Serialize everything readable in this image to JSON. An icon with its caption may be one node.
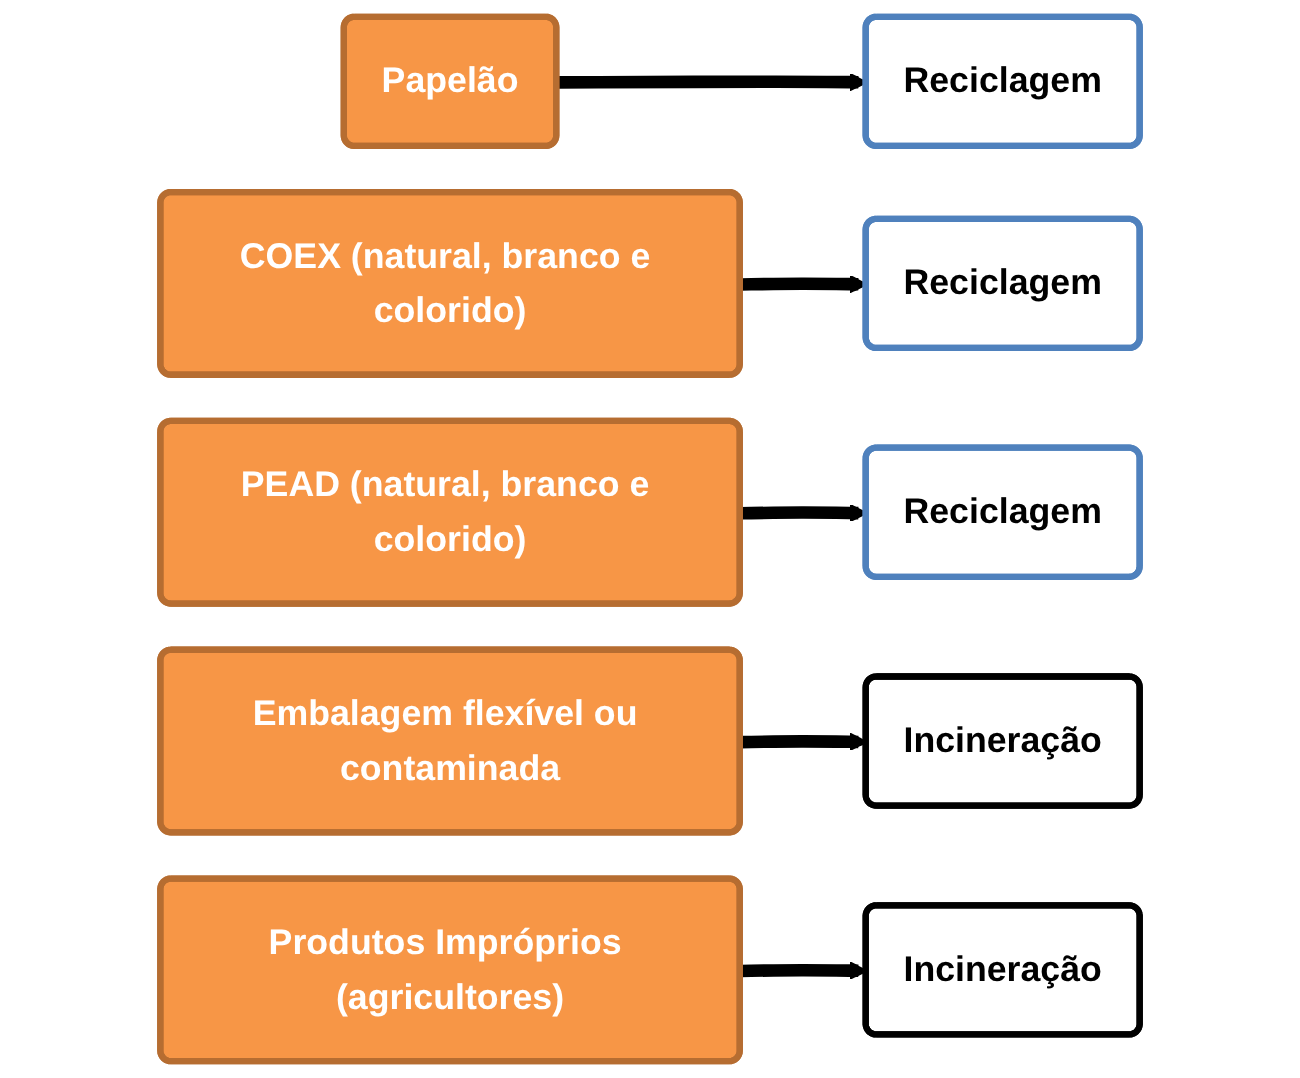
{
  "diagram": {
    "nodes": [
      {
        "text": [
          "Papelão"
        ]
      },
      {
        "text": [
          "Reciclagem"
        ]
      },
      {
        "text": [
          "COEX (natural, branco e colorido)"
        ]
      },
      {
        "text": [
          "Reciclagem"
        ]
      },
      {
        "text": [
          "PEAD (natural, branco e colorido)"
        ]
      },
      {
        "text": [
          "Reciclagem"
        ]
      },
      {
        "text": [
          "Embalagem flexível ou contaminada"
        ]
      },
      {
        "text": [
          "Incineração"
        ]
      },
      {
        "text": [
          "Produtos Impróprios (agricultores)"
        ]
      },
      {
        "text": [
          "Incineração"
        ]
      }
    ],
    "edges": [
      {
        "from": 0,
        "to": 1,
        "arrow": "to"
      },
      {
        "from": 2,
        "to": 3,
        "arrow": "to"
      },
      {
        "from": 4,
        "to": 5,
        "arrow": "to"
      },
      {
        "from": 6,
        "to": 7,
        "arrow": "to"
      },
      {
        "from": 8,
        "to": 9,
        "arrow": "to"
      }
    ]
  }
}
